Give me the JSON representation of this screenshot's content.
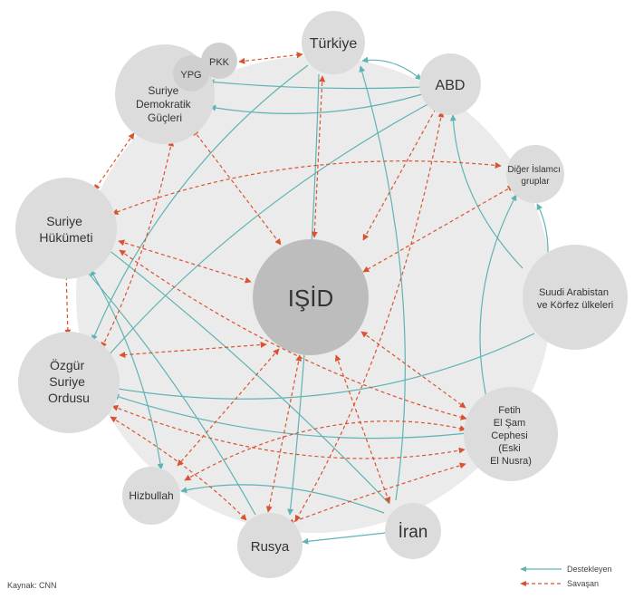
{
  "colors": {
    "support": "#5fb3b3",
    "fight": "#d9532f",
    "node": "#dcdcdc",
    "center": "#bdbdbd",
    "ring": "#ebebeb"
  },
  "nodes": {
    "isid": "IŞİD",
    "turkiye": "Türkiye",
    "abd": "ABD",
    "pkk": "PKK",
    "ypg": "YPG",
    "sdg": [
      "Suriye",
      "Demokratik",
      "Güçleri"
    ],
    "diger": [
      "Diğer İslamcı",
      "gruplar"
    ],
    "hukumet": [
      "Suriye",
      "Hükümeti"
    ],
    "suudi": [
      "Suudi Arabistan",
      "ve Körfez ülkeleri"
    ],
    "ozgur": [
      "Özgür",
      "Suriye",
      "Ordusu"
    ],
    "fetih": [
      "Fetih",
      "El Şam",
      "Cephesi",
      "(Eski",
      "El Nusra)"
    ],
    "hizbullah": "Hizbullah",
    "iran": "İran",
    "rusya": "Rusya"
  },
  "legend": {
    "support": "Destekleyen",
    "fight": "Savaşan"
  },
  "source": "Kaynak: CNN"
}
